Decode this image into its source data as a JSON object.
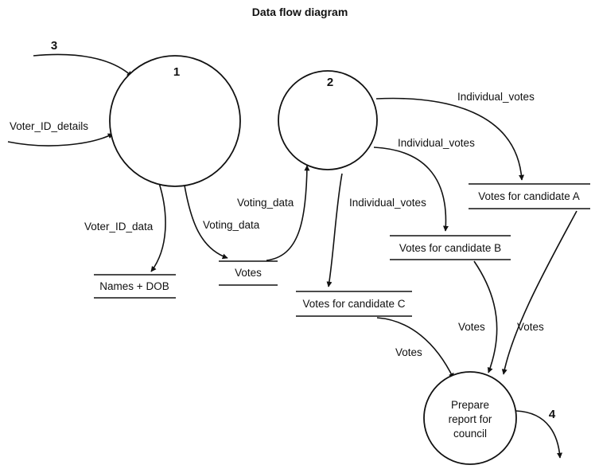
{
  "title": "Data flow diagram",
  "processes": [
    {
      "id": "p1",
      "number": "1",
      "label": []
    },
    {
      "id": "p2",
      "number": "2",
      "label": []
    },
    {
      "id": "p3",
      "number": "",
      "label": [
        "Prepare",
        "report for",
        "council"
      ]
    }
  ],
  "stores": [
    {
      "id": "s_names",
      "label": "Names + DOB"
    },
    {
      "id": "s_votes",
      "label": "Votes"
    },
    {
      "id": "s_c",
      "label": "Votes for candidate C"
    },
    {
      "id": "s_b",
      "label": "Votes for candidate B"
    },
    {
      "id": "s_a",
      "label": "Votes for candidate A"
    }
  ],
  "flows": [
    {
      "id": "f3",
      "label": "3"
    },
    {
      "id": "f_vid_details",
      "label": "Voter_ID_details"
    },
    {
      "id": "f_vid_data",
      "label": "Voter_ID_data"
    },
    {
      "id": "f_voting_out",
      "label": "Voting_data"
    },
    {
      "id": "f_voting_in",
      "label": "Voting_data"
    },
    {
      "id": "f_ind_a",
      "label": "Individual_votes"
    },
    {
      "id": "f_ind_b",
      "label": "Individual_votes"
    },
    {
      "id": "f_ind_c",
      "label": "Individual_votes"
    },
    {
      "id": "f_votes_c",
      "label": "Votes"
    },
    {
      "id": "f_votes_b",
      "label": "Votes"
    },
    {
      "id": "f_votes_a",
      "label": "Votes"
    },
    {
      "id": "f4",
      "label": "4"
    }
  ]
}
